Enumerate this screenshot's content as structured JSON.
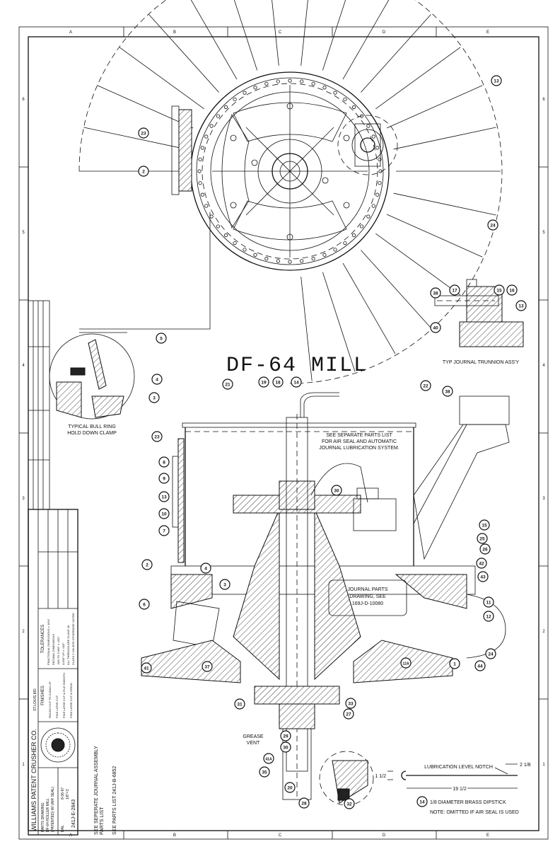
{
  "drawing": {
    "title": "DF-64 MILL",
    "zones_letters": [
      "A",
      "B",
      "C",
      "D",
      "E"
    ],
    "zones_numbers": [
      "6",
      "5",
      "4",
      "3",
      "2",
      "1"
    ],
    "trunnion_caption": "TYP JOURNAL TRUNNION ASS'Y",
    "clamp_caption_1": "TYPICAL BULL RING",
    "clamp_caption_2": "HOLD DOWN CLAMP",
    "air_seal_note": [
      "SEE SEPARATE PARTS LIST",
      "FOR AIR SEAL AND AUTOMATIC",
      "JOURNAL LUBRICATION SYSTEM."
    ],
    "journal_note": [
      "JOURNAL PARTS",
      "DRAWING, SEE",
      "169J-D-10080"
    ],
    "grease_vent": [
      "GREASE",
      "VENT"
    ],
    "dipstick": {
      "notch_label": "LUBRICATION LEVEL NOTCH",
      "dim_notch": "2 1/8",
      "dim_height": "1 1/2",
      "dim_length": "19 1/2",
      "balloon": "14",
      "caption": "1/8 DIAMETER BRASS DIPSTICK",
      "note": "NOTE:  OMITTED IF AIR SEAL IS USED"
    },
    "side_notes": {
      "journal_assembly": [
        "SEE SEPERATE JOURNAL ASSEMBLY",
        "PARTS LIST"
      ],
      "parts_list": "SEE PARTS LIST 241J-B-6852"
    },
    "balloons": [
      "13",
      "23",
      "2",
      "24",
      "38",
      "17",
      "15",
      "16",
      "13",
      "40",
      "5",
      "4",
      "3",
      "22",
      "21",
      "19",
      "18",
      "14",
      "38",
      "23",
      "8",
      "9",
      "13",
      "10",
      "7",
      "30",
      "15",
      "25",
      "26",
      "42",
      "43",
      "2",
      "4",
      "3",
      "6",
      "11",
      "12",
      "24",
      "1",
      "44",
      "41",
      "37",
      "12A",
      "31",
      "33",
      "27",
      "29",
      "30",
      "41A",
      "35",
      "20",
      "28",
      "32"
    ]
  },
  "title_block": {
    "company": "WILLIAMS PATENT CRUSHER CO.",
    "city": "ST.LOUIS,MO.",
    "drawing_title": "PARTS DRAWING",
    "description_1": "DF-64 ROLLER MILL",
    "description_2": "(PATENTED) W/ (AIR SEAL)",
    "drawn_by": "DAL",
    "date": "8-06-97",
    "scale": "1/8\"=1'",
    "drawing_number": "241J-E-2843",
    "tolerances_title": "TOLERANCES",
    "tolerances": [
      "FRACTIONAL DIMENSIONS ± 1/64\"",
      "DECIMAL DIMENSIONS",
      ".000 TO 3.999\" ± .001\"",
      "4.000\" UP ± .003\"",
      "ALL THREADS ARE CLASS 2A",
      "CLASS 2 UNLESS OTHERWISE NOTED"
    ],
    "finishes_title": "FINISHES",
    "finishes": [
      "ROUGH CUT TO CLEAN UP",
      "FINE LATHE CUT",
      "FINE LATHE CUT & FILE SMOOTH",
      "FINE LATHE CUT & GRIND"
    ]
  }
}
